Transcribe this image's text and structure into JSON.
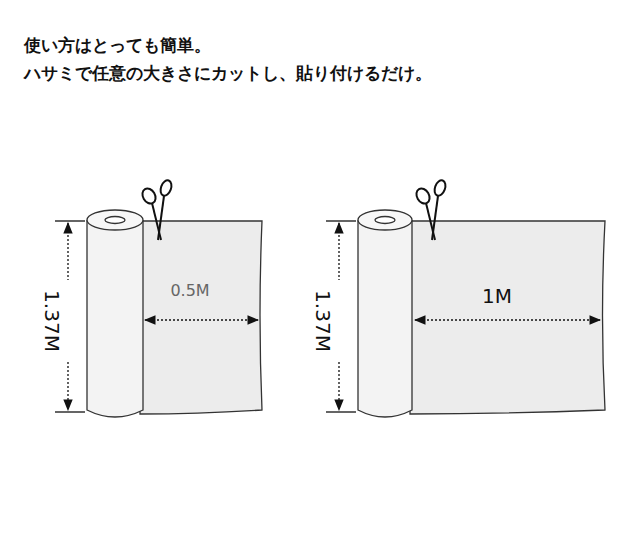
{
  "diagram": {
    "labels": [
      "使い方はとっても簡単。",
      "ハサミで任意の大きさにカットし、貼り付けるだけ。",
      "1.37M",
      "0.5M",
      "1.37M",
      "1M"
    ]
  }
}
